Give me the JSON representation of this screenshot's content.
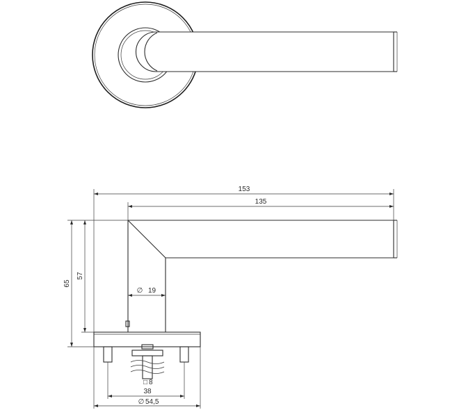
{
  "dimensions": {
    "overall_length": "153",
    "lever_length": "135",
    "total_height": "65",
    "lever_height": "57",
    "diameter_lever": "19",
    "spindle_square": "8",
    "screw_spacing": "38",
    "rose_diameter": "54,5"
  },
  "symbols": {
    "diameter": "∅",
    "square": "□"
  }
}
